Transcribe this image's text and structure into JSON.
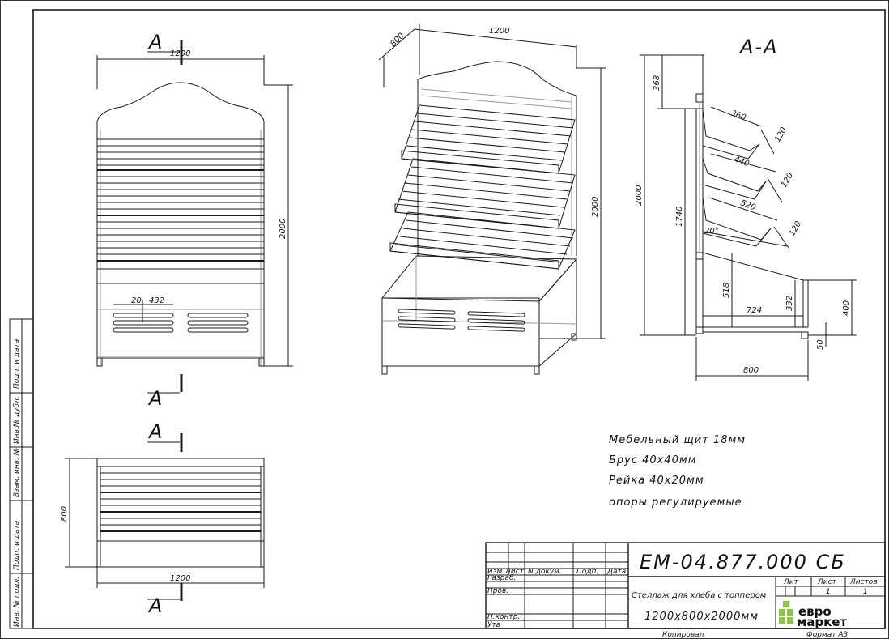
{
  "section_marks": {
    "letter": "A",
    "section_title": "А-А"
  },
  "dimensions": {
    "front_width": "1200",
    "front_height": "2000",
    "slot_gap": "20",
    "slot_length": "432",
    "plan_depth": "800",
    "plan_width": "1200",
    "iso_depth": "800",
    "iso_width": "1200",
    "iso_height": "2000",
    "sec_top": "368",
    "sec_total": "2000",
    "sec_1740": "1740",
    "shelf1": "360",
    "shelf2": "440",
    "shelf3": "520",
    "shelf_gap_1": "120",
    "shelf_gap_2": "120",
    "shelf_gap_3": "120",
    "angle": "20°",
    "h518": "518",
    "w724": "724",
    "h332": "332",
    "h400": "400",
    "h50": "50",
    "w800": "800"
  },
  "notes": [
    "Мебельный щит 18мм",
    "Брус 40х40мм",
    "Рейка 40х20мм",
    "опоры регулируемые"
  ],
  "side_stamp": [
    "Инв. № подл.",
    "Подп. и дата",
    "Взам. инв. №",
    "Инв.№ дубл.",
    "Подп. и дата"
  ],
  "title_block": {
    "designation": "ЕМ-04.877.000 СБ",
    "name_line1": "Стеллаж для хлеба с топпером",
    "name_line2": "1200х800х2000мм",
    "col_izm": "Изм",
    "col_list": "Лист",
    "col_ndoc": "N докум.",
    "col_podp": "Подп.",
    "col_data": "Дата",
    "row_razrab": "Разраб.",
    "row_prov": "Пров.",
    "row_nkontr": "Н.контр.",
    "row_utv": "Утв",
    "lit": "Лит",
    "sheet": "Лист",
    "sheets": "Листов",
    "sheet_val": "1",
    "sheets_val": "1",
    "logo_line1": "евро",
    "logo_line2": "маркет",
    "copied": "Копировал",
    "format": "Формат А3"
  },
  "colors": {
    "line": "#1a1a1a",
    "light": "#9a9a9a",
    "logo_green": "#8cc63f"
  }
}
